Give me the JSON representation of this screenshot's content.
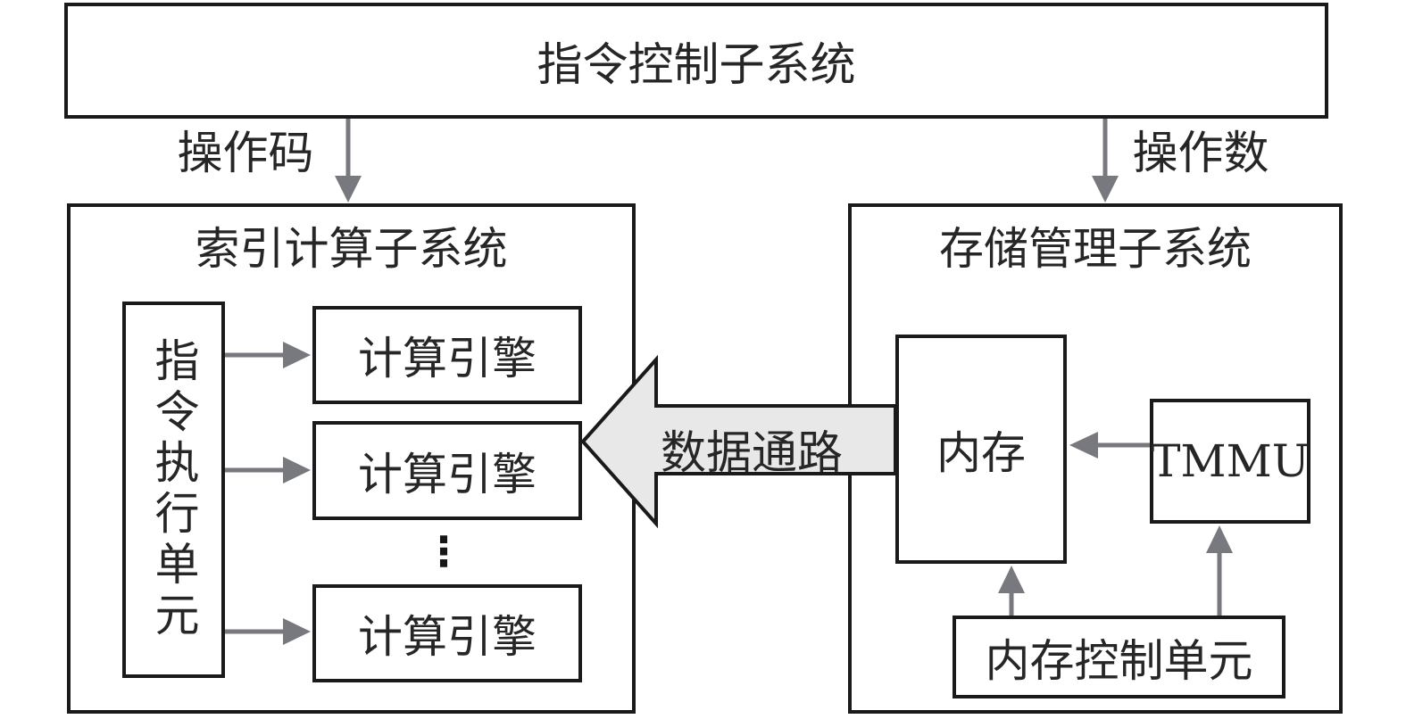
{
  "colors": {
    "border": "#1a1a1a",
    "arrow_gray": "#78787f",
    "big_arrow_fill": "#e8e8e8",
    "text": "#262626",
    "background": "#ffffff"
  },
  "top_box": {
    "label": "指令控制子系统"
  },
  "connections": {
    "opcode_label": "操作码",
    "operand_label": "操作数",
    "data_path_label": "数据通路"
  },
  "index_subsystem": {
    "title": "索引计算子系统",
    "instruction_exec_unit": "指令执行单元",
    "engines": [
      "计算引擎",
      "计算引擎",
      "计算引擎"
    ],
    "ellipsis": "⋮"
  },
  "storage_subsystem": {
    "title": "存储管理子系统",
    "memory": "内存",
    "tmmu": "TMMU",
    "memory_control_unit": "内存控制单元"
  }
}
